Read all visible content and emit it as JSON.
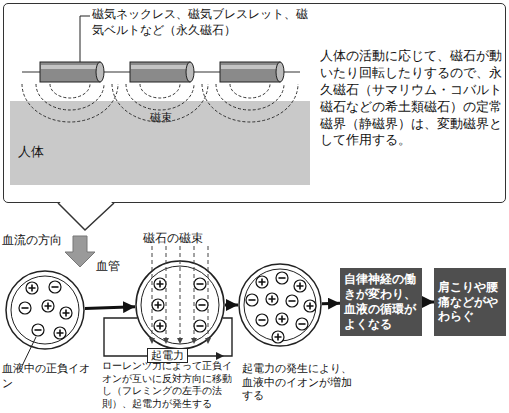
{
  "diagram": {
    "nodes": [
      {
        "text": [
          "人体の活動に応じて、磁石が動いたり回転したりするので、永久磁石（サマリウム・コバルト磁石などの希土類磁石）の定常磁界（静磁界）は、変動磁界として作用する。"
        ]
      },
      {
        "text": [
          "人体"
        ],
        "in": 0
      },
      {
        "text": [
          "血液中の正負イオン"
        ]
      },
      {
        "text": [
          "ローレンツ力によって正負イオンが互いに反対方向に移動し（フレミングの左手の法則）、起電力が発生する"
        ]
      },
      {
        "text": [
          "起電力の発生により、血液中のイオンが増加する"
        ]
      },
      {
        "text": [
          "自律神経の働きが変わり、血液の循環がよくなる"
        ]
      },
      {
        "text": [
          "肩こりや腰痛などがやわらぐ"
        ]
      }
    ],
    "edges": [
      {
        "from": 2,
        "to": 3,
        "arrow": "to"
      },
      {
        "from": 3,
        "to": 4,
        "arrow": "to"
      },
      {
        "from": 4,
        "to": 5,
        "arrow": "to"
      },
      {
        "from": 5,
        "to": 6,
        "arrow": "to"
      }
    ],
    "labels": [
      "磁気ネックレス、磁気ブレスレット、磁気ベルトなど（永久磁石）",
      "磁束",
      "血流の方向",
      "血管",
      "磁石の磁束",
      "起電力"
    ]
  }
}
